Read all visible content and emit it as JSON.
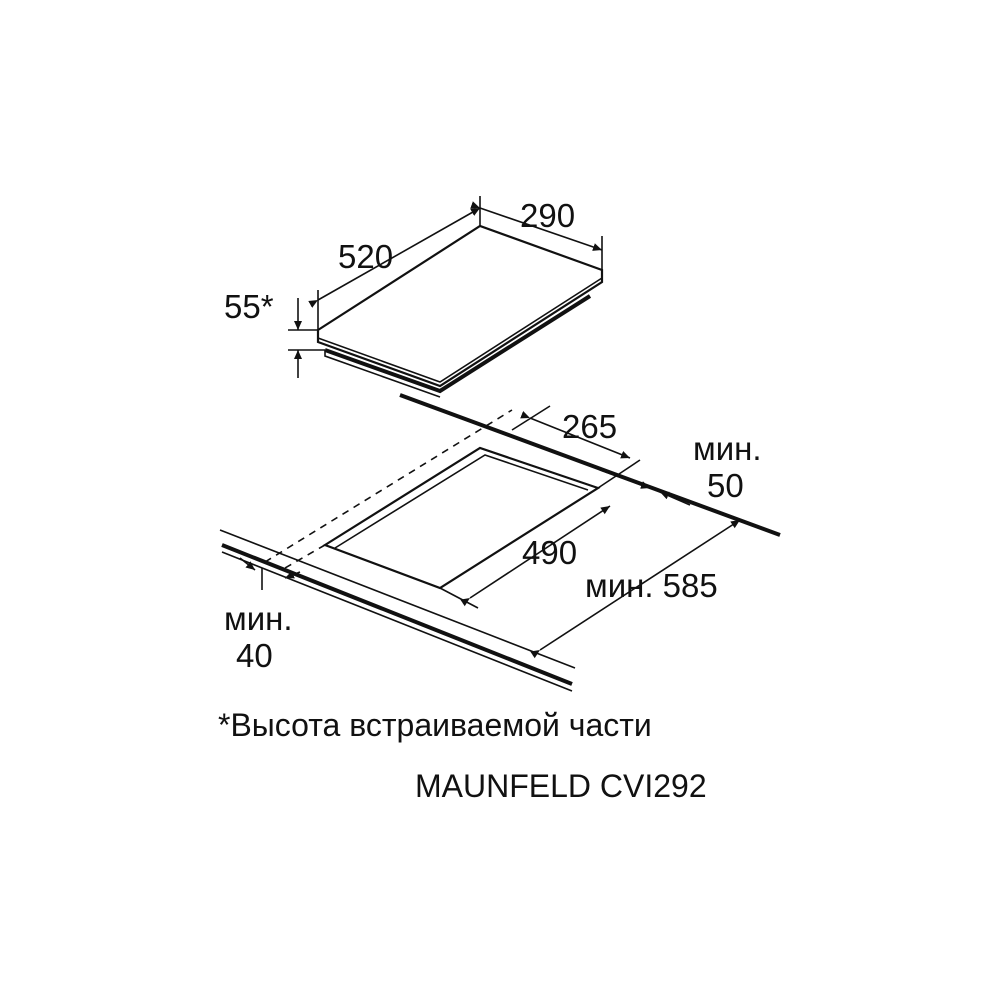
{
  "colors": {
    "line": "#111111",
    "background": "#ffffff"
  },
  "dimensions": {
    "depth": "520",
    "width": "290",
    "height": "55*",
    "cutout_width": "265",
    "cutout_depth": "490",
    "min_back_label": "мин.",
    "min_back_value": "50",
    "min_depth": "мин. 585",
    "min_front_label": "мин.",
    "min_front_value": "40"
  },
  "footnote": "*Высота встраиваемой части",
  "model": "MAUNFELD CVI292"
}
